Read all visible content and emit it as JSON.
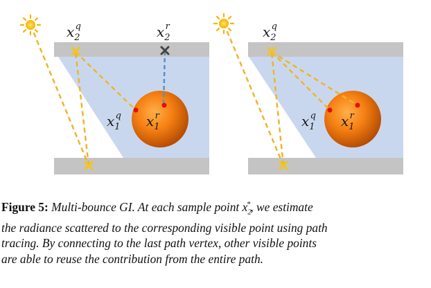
{
  "colors": {
    "light": "#f5c518",
    "light_path": "#f0b429",
    "wall": "#c4c4c4",
    "scene_fill": "#c9d7ee",
    "sphere_center": "#ff9a2e",
    "sphere_edge": "#b24d00",
    "point": "#e01010",
    "blocked_path": "#5b8fc7",
    "blocked_marker": "#444444"
  },
  "icons": [
    "sun-icon",
    "cross-marker-icon",
    "red-dot-icon"
  ],
  "panels": [
    {
      "labels": {
        "x2_base": "x",
        "x2_sub": "2",
        "x2_sup": "q",
        "x2r_base": "x",
        "x2r_sub": "2",
        "x2r_sup": "r",
        "x1q_base": "x",
        "x1q_sub": "1",
        "x1q_sup": "q",
        "x1r_base": "x",
        "x1r_sub": "1",
        "x1r_sup": "r"
      }
    },
    {
      "labels": {
        "x2_base": "x",
        "x2_sub": "2",
        "x2_sup": "q",
        "x1q_base": "x",
        "x1q_sub": "1",
        "x1q_sup": "q",
        "x1r_base": "x",
        "x1r_sub": "1",
        "x1r_sup": "r"
      }
    }
  ],
  "caption": {
    "figure_label": "Figure 5:",
    "line1_italic": "Multi-bounce GI. At each sample point",
    "math_base": "x",
    "math_sub": "2",
    "math_sup": "*",
    "line1_end": ", we estimate",
    "line2": "the radiance scattered to the corresponding visible point using path",
    "line3": "tracing. By connecting to the last path vertex, other visible points",
    "line4": "are able to reuse the contribution from the entire path."
  }
}
